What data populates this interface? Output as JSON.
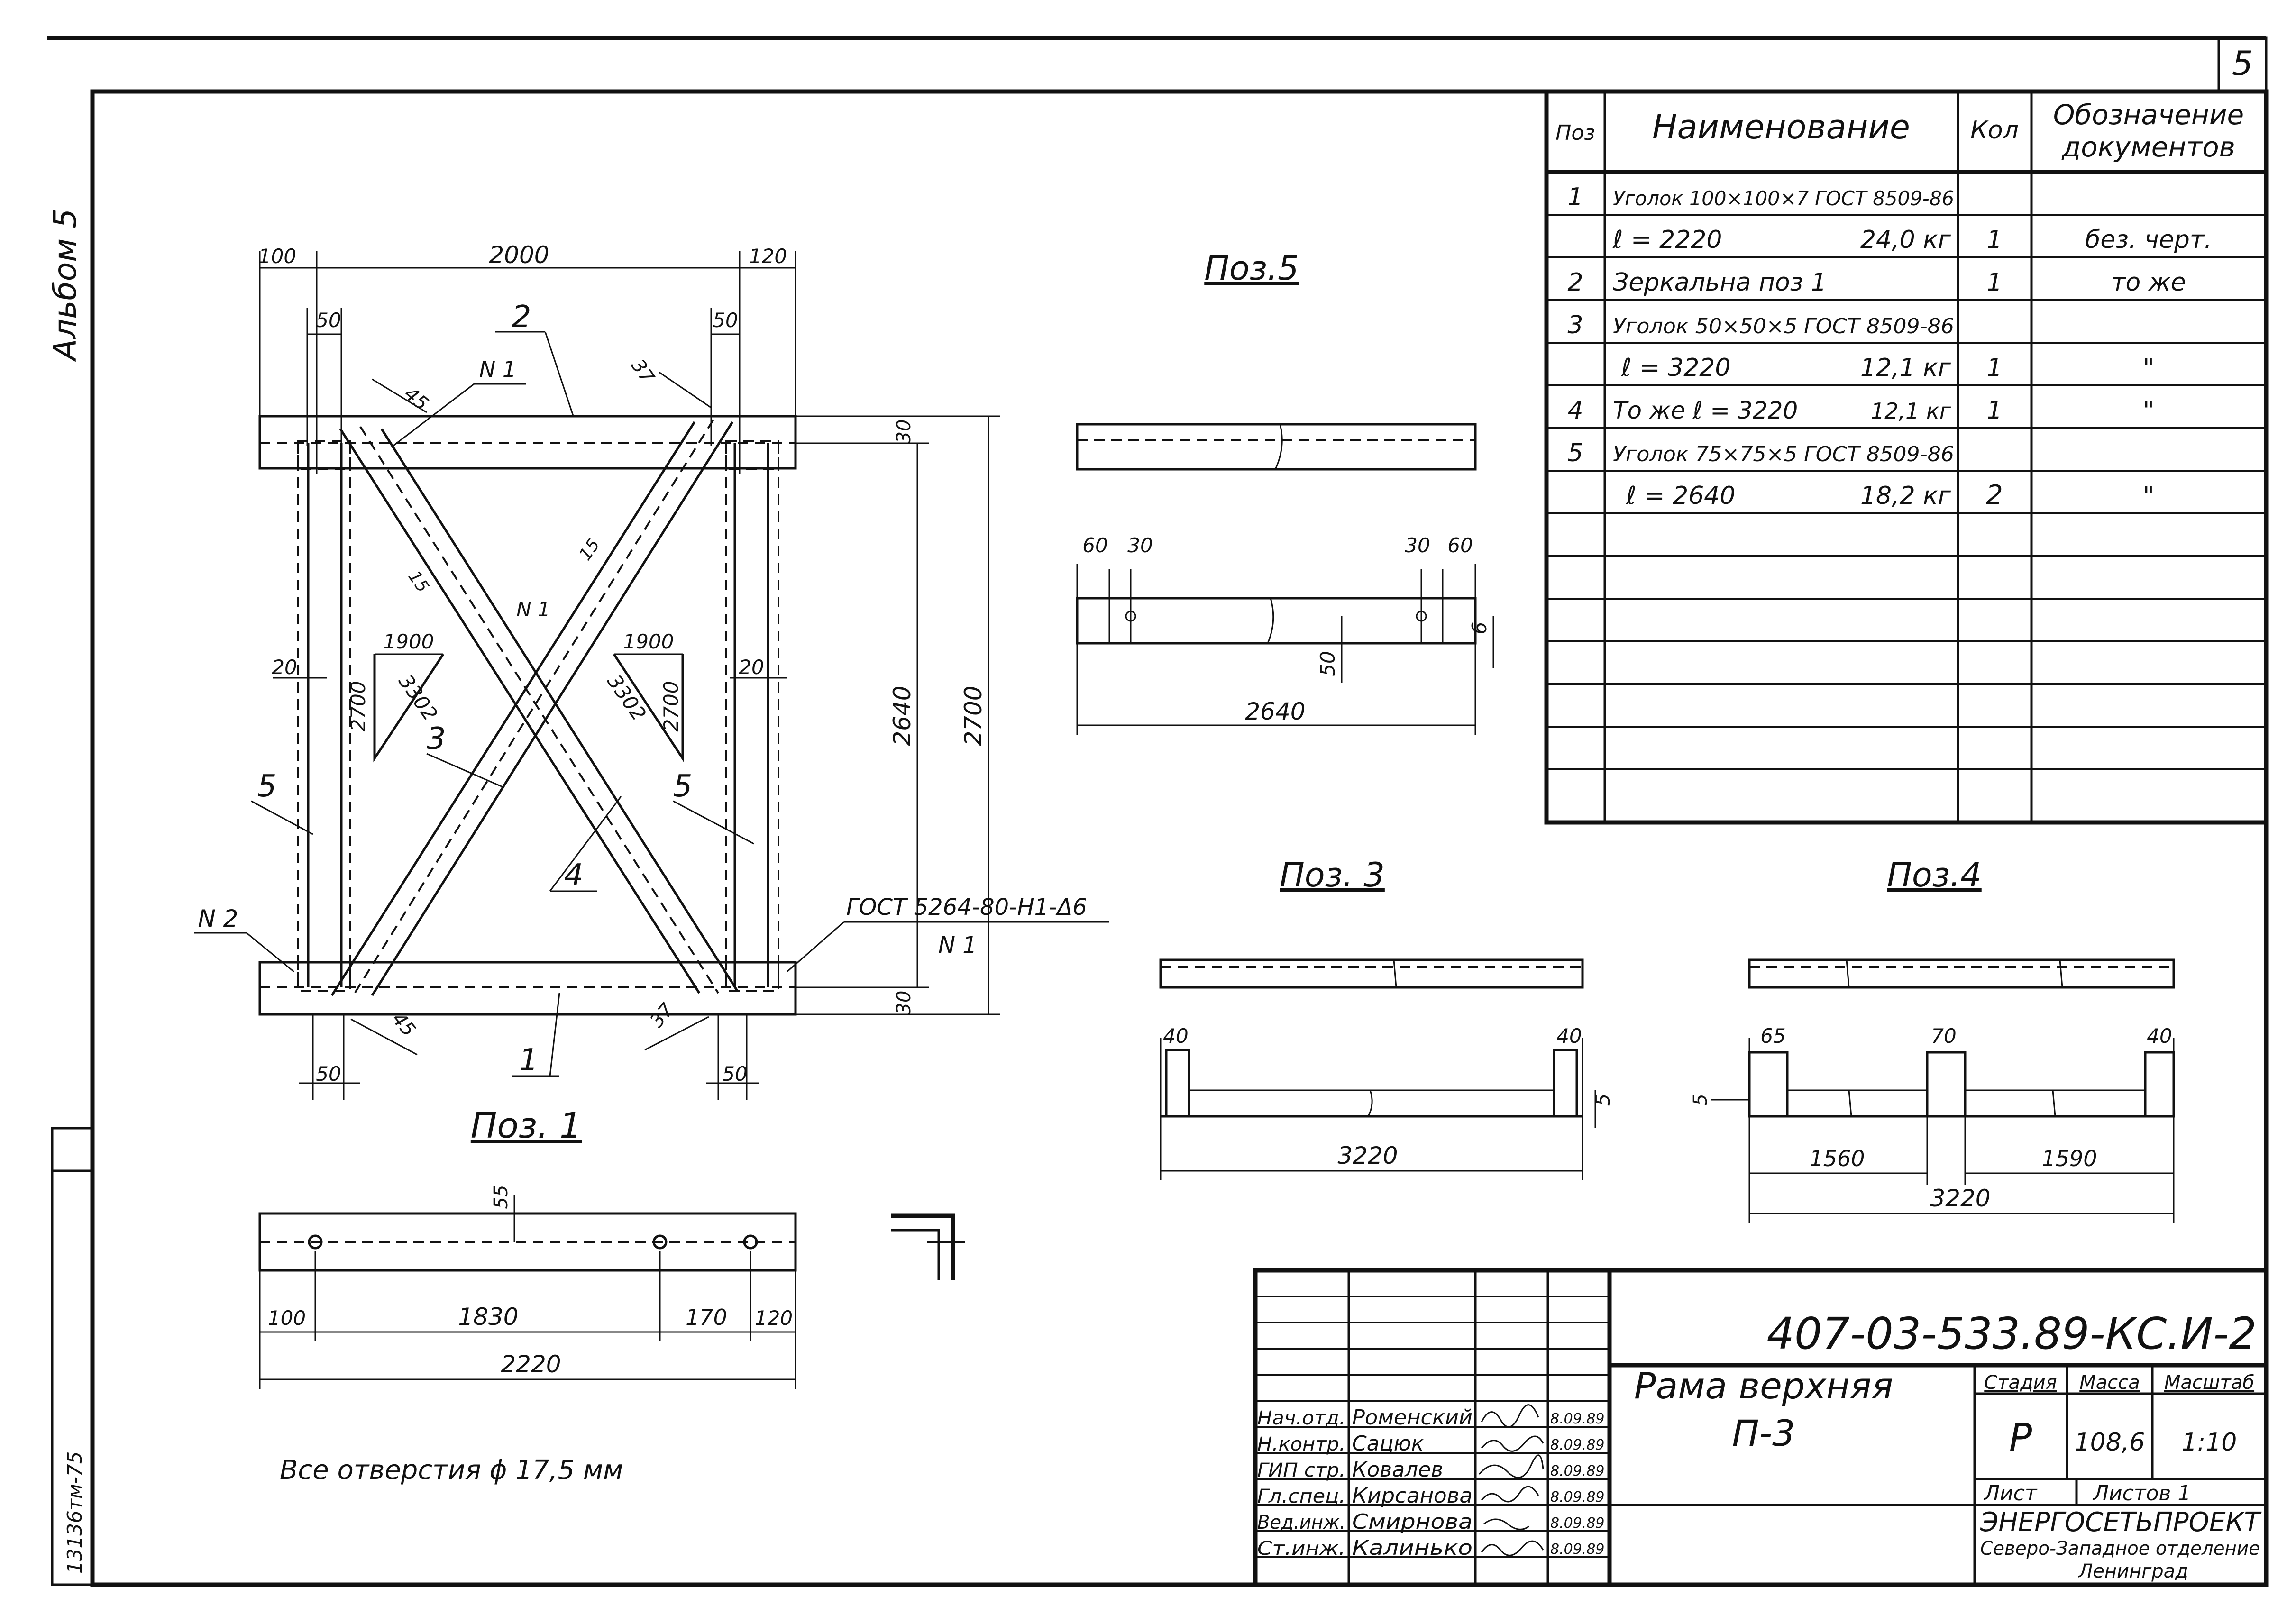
{
  "sheet_number": "5",
  "album_label": "Альбом 5",
  "archive_number": "13136тм-75",
  "spec_table": {
    "headers": {
      "pos": "Поз",
      "name_header": "Наименование",
      "qty": "Кол",
      "doc_line1": "Обозначение",
      "doc_line2": "документов"
    },
    "rows": [
      {
        "pos": "1",
        "name": "Уголок 100×100×7 ГОСТ 8509-86",
        "qty": "",
        "doc": ""
      },
      {
        "pos": "",
        "name": "ℓ = 2220",
        "mass": "24,0 кг",
        "qty": "1",
        "doc": "без. черт."
      },
      {
        "pos": "2",
        "name": "Зеркальна поз 1",
        "qty": "1",
        "doc": "то же"
      },
      {
        "pos": "3",
        "name": "Уголок 50×50×5 ГОСТ 8509-86",
        "qty": "",
        "doc": ""
      },
      {
        "pos": "",
        "name": "ℓ = 3220",
        "mass": "12,1 кг",
        "qty": "1",
        "doc": "\""
      },
      {
        "pos": "4",
        "name": "То же  ℓ = 3220",
        "mass": "12,1 кг",
        "qty": "1",
        "doc": "\""
      },
      {
        "pos": "5",
        "name": "Уголок 75×75×5 ГОСТ 8509-86",
        "qty": "",
        "doc": ""
      },
      {
        "pos": "",
        "name": "ℓ = 2640",
        "mass": "18,2 кг",
        "qty": "2",
        "doc": "\""
      }
    ]
  },
  "main_view": {
    "dims": {
      "top_left": "100",
      "top_mid": "2000",
      "top_right": "120",
      "gap_left": "50",
      "gap_right": "50",
      "bottom_left": "50",
      "bottom_right": "50",
      "right_inner": "2640",
      "right_outer": "2700",
      "top_edge": "30",
      "bottom_edge": "30",
      "side_left": "20",
      "side_right": "20",
      "weld_tl": "45",
      "weld_tr": "37",
      "weld_bl": "45",
      "weld_br": "37",
      "diag_offset_l": "15",
      "diag_offset_r": "15",
      "tri_left_h": "1900",
      "tri_left_v": "2700",
      "tri_left_d": "3302",
      "tri_right_h": "1900",
      "tri_right_v": "2700",
      "tri_right_d": "3302"
    },
    "labels": {
      "pos2": "2",
      "pos1": "1",
      "pos3": "3",
      "pos4": "4",
      "pos5_left": "5",
      "pos5_right": "5",
      "node1_top": "N 1",
      "node1_mid": "N 1",
      "node1_right": "N 1",
      "node2": "N 2",
      "weld_note": "ГОСТ 5264-80-Н1-Δ6"
    }
  },
  "poz5": {
    "title": "Поз.5",
    "dims": {
      "d60a": "60",
      "d30a": "30",
      "d30b": "30",
      "d60b": "60",
      "d50": "50",
      "d6": "6",
      "len": "2640"
    }
  },
  "poz1": {
    "title": "Поз. 1",
    "dims": {
      "d55": "55",
      "d100": "100",
      "d1830": "1830",
      "d170": "170",
      "d120": "120",
      "len": "2220"
    },
    "note": "Все отверстия ϕ 17,5 мм"
  },
  "poz3": {
    "title": "Поз. 3",
    "dims": {
      "d40a": "40",
      "d40b": "40",
      "d5": "5",
      "len": "3220"
    }
  },
  "poz4": {
    "title": "Поз.4",
    "dims": {
      "d65": "65",
      "d70": "70",
      "d40": "40",
      "d5": "5",
      "d1560": "1560",
      "d1590": "1590",
      "len": "3220"
    }
  },
  "title_block": {
    "doc_code": "407-03-533.89-КС.И-2",
    "title_line1": "Рама верхняя",
    "title_line2": "П-3",
    "stage_label": "Стадия",
    "mass_label": "Масса",
    "scale_label": "Масштаб",
    "stage": "Р",
    "mass": "108,6",
    "scale": "1:10",
    "sheet_label": "Лист",
    "sheets_label": "Листов 1",
    "org_line1": "ЭНЕРГОСЕТЬПРОЕКТ",
    "org_line2": "Северо-Западное отделение",
    "org_line3": "Ленинград",
    "signers": [
      {
        "role": "Нач.отд.",
        "name": "Роменский",
        "date": "8.09.89"
      },
      {
        "role": "Н.контр.",
        "name": "Сацюк",
        "date": "8.09.89"
      },
      {
        "role": "ГИП стр.",
        "name": "Ковалев",
        "date": "8.09.89"
      },
      {
        "role": "Гл.спец.",
        "name": "Кирсанова",
        "date": "8.09.89"
      },
      {
        "role": "Вед.инж.",
        "name": "Смирнова",
        "date": "8.09.89"
      },
      {
        "role": "Ст.инж.",
        "name": "Калинько",
        "date": "8.09.89"
      }
    ]
  }
}
